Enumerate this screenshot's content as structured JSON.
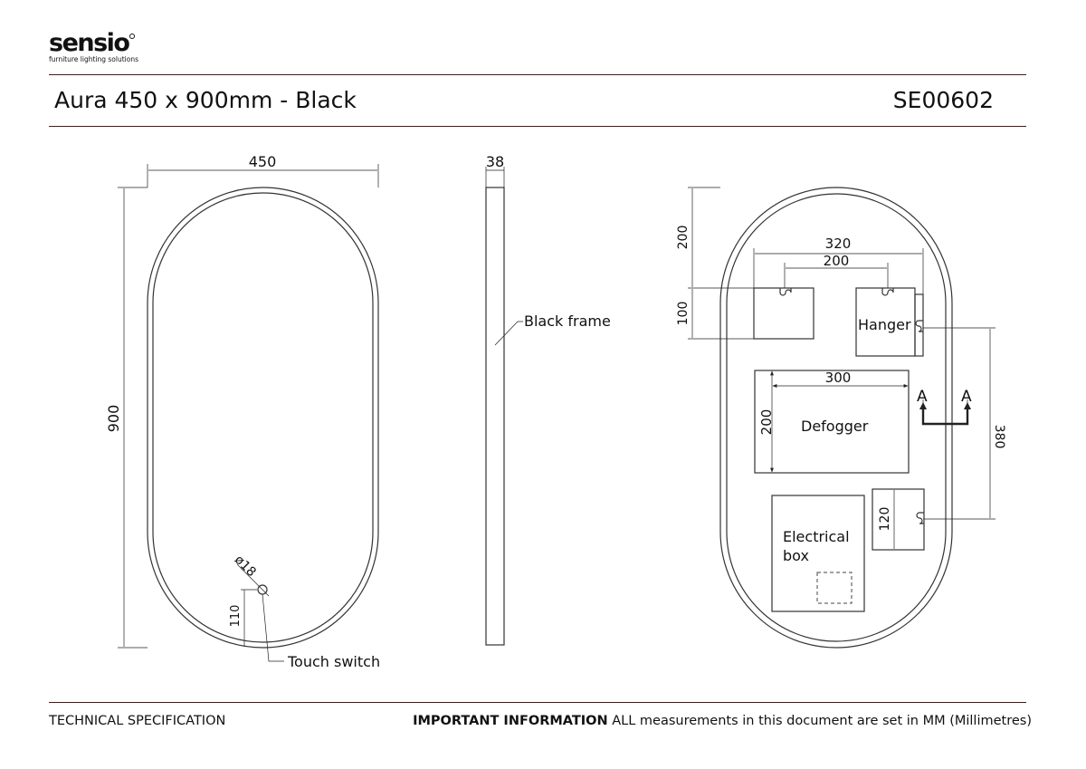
{
  "header": {
    "logo_text": "sensio",
    "logo_tagline": "furniture lighting solutions",
    "title": "Aura 450 x 900mm - Black",
    "product_code": "SE00602"
  },
  "front_view": {
    "width_label": "450",
    "height_label": "900",
    "switch_diameter_label": "ø18",
    "switch_offset_label": "110",
    "touch_switch_label": "Touch switch"
  },
  "side_view": {
    "depth_label": "38",
    "black_frame_label": "Black frame"
  },
  "back_view": {
    "top_offset_label": "200",
    "hanger_outer_label": "320",
    "hanger_inner_label": "200",
    "hanger_height_label": "100",
    "hanger_label": "Hanger",
    "defogger_width_label": "300",
    "defogger_height_label": "200",
    "defogger_label": "Defogger",
    "section_a_left": "A",
    "section_a_right": "A",
    "hanger_spacing_label": "380",
    "lower_hanger_label": "120",
    "electrical_box_line1": "Electrical",
    "electrical_box_line2": "box"
  },
  "footer": {
    "left": "TECHNICAL SPECIFICATION",
    "right_bold": "IMPORTANT INFORMATION",
    "right_text": " ALL measurements in this document are set in MM (Millimetres)"
  }
}
